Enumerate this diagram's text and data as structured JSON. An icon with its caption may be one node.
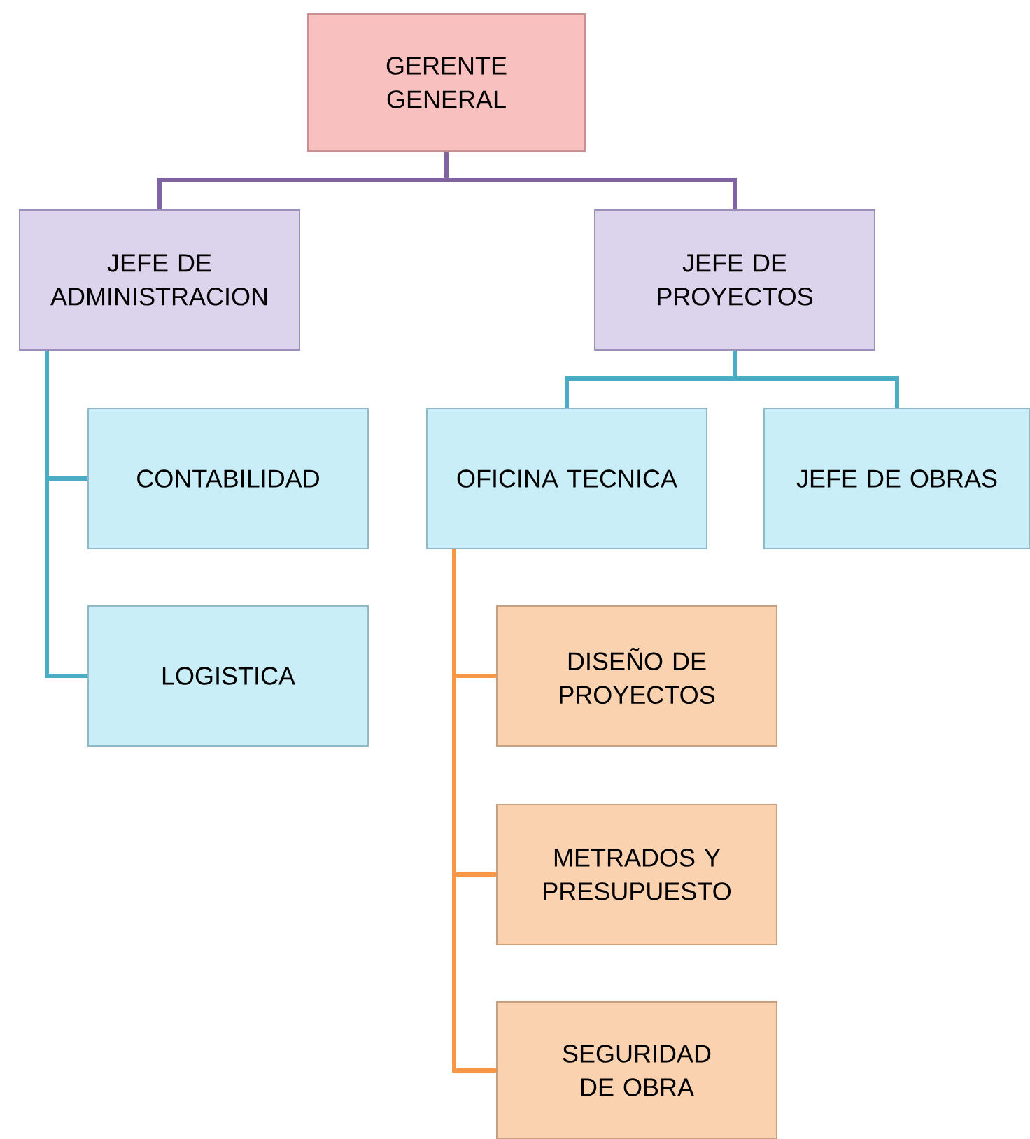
{
  "diagram": {
    "nodes": [
      {
        "text": [
          "GERENTE GENERAL"
        ]
      },
      {
        "text": [
          "JEFE DE ADMINISTRACION"
        ]
      },
      {
        "text": [
          "JEFE DE PROYECTOS"
        ]
      },
      {
        "text": [
          "CONTABILIDAD"
        ]
      },
      {
        "text": [
          "LOGISTICA"
        ]
      },
      {
        "text": [
          "OFICINA TECNICA"
        ]
      },
      {
        "text": [
          "JEFE DE OBRAS"
        ]
      },
      {
        "text": [
          "DISEÑO DE PROYECTOS"
        ]
      },
      {
        "text": [
          "METRADOS Y PRESUPUESTO"
        ]
      },
      {
        "text": [
          "SEGURIDAD DE OBRA"
        ]
      }
    ],
    "edges": [
      {
        "from": 0,
        "to": 1,
        "arrow": "none",
        "color": "#8064a2"
      },
      {
        "from": 0,
        "to": 2,
        "arrow": "none",
        "color": "#8064a2"
      },
      {
        "from": 1,
        "to": 3,
        "arrow": "none"
      },
      {
        "from": 1,
        "to": 4,
        "arrow": "none"
      },
      {
        "from": 2,
        "to": 5,
        "arrow": "none"
      },
      {
        "from": 2,
        "to": 6,
        "arrow": "none"
      },
      {
        "from": 5,
        "to": 7,
        "arrow": "none",
        "color": "#f79646"
      },
      {
        "from": 5,
        "to": 8,
        "arrow": "none",
        "color": "#f79646"
      },
      {
        "from": 5,
        "to": 9,
        "arrow": "none",
        "color": "#f79646"
      }
    ]
  }
}
